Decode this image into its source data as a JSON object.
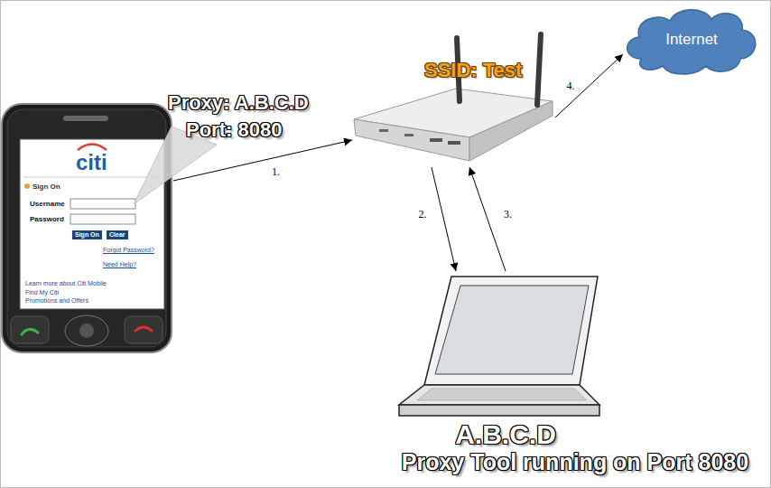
{
  "diagram": {
    "nodes": [
      {
        "text": [
          "citi",
          "Sign On",
          "Username",
          "Password",
          "Forgot Password?",
          "Need Help?",
          "Learn more about Citi Mobile",
          "Find My Citi",
          "Promotions and Offers"
        ]
      },
      {
        "text": [
          "Sign On"
        ],
        "in": 0
      },
      {
        "text": [
          "Clear"
        ],
        "in": 0
      },
      {
        "text": [
          "Proxy: A.B.C.D",
          "Port: 8080"
        ]
      },
      {
        "text": [
          "SSID: Test"
        ]
      },
      {
        "text": [
          "Internet"
        ]
      },
      {
        "text": [
          "A.B.C.D",
          "Proxy Tool running on Port 8080"
        ]
      }
    ],
    "edges": [
      {
        "from": 0,
        "to": 4,
        "label": "1.",
        "arrow": "to"
      },
      {
        "from": 4,
        "to": 6,
        "label": "2.",
        "arrow": "to"
      },
      {
        "from": 6,
        "to": 4,
        "label": "3.",
        "arrow": "to"
      },
      {
        "from": 4,
        "to": 5,
        "label": "4.",
        "arrow": "to"
      }
    ]
  }
}
